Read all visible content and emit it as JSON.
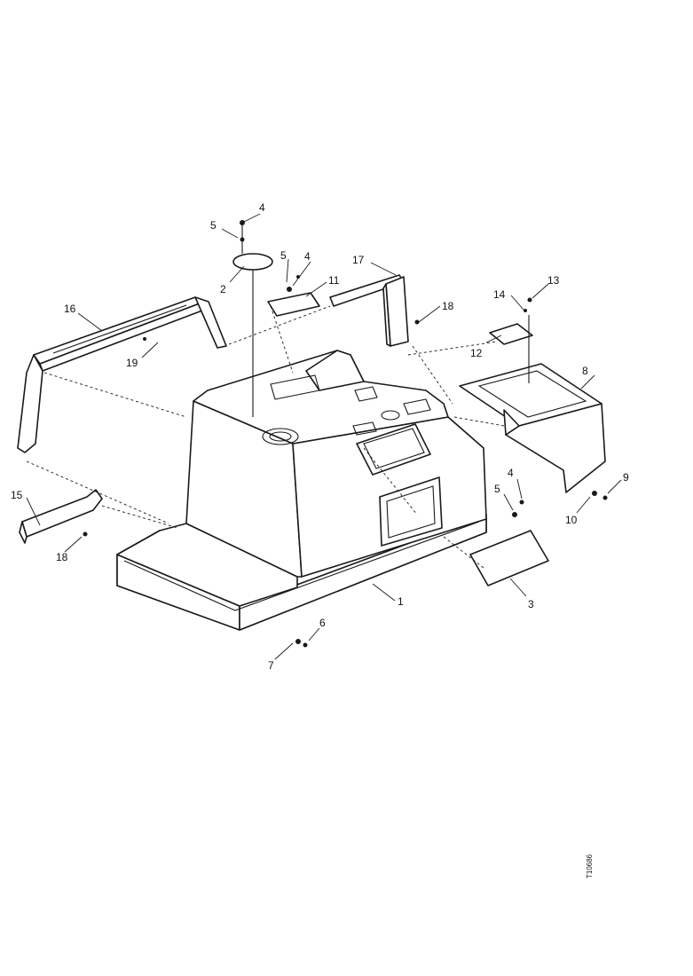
{
  "diagram": {
    "callouts": {
      "c1": "1",
      "c2": "2",
      "c3": "3",
      "c4a": "4",
      "c4b": "4",
      "c4c": "4",
      "c5a": "5",
      "c5b": "5",
      "c5c": "5",
      "c6": "6",
      "c7": "7",
      "c8": "8",
      "c9": "9",
      "c10": "10",
      "c11": "11",
      "c12": "12",
      "c13": "13",
      "c14": "14",
      "c15": "15",
      "c16": "16",
      "c17": "17",
      "c18a": "18",
      "c18b": "18",
      "c19": "19"
    },
    "figure_ref": "T10686"
  }
}
